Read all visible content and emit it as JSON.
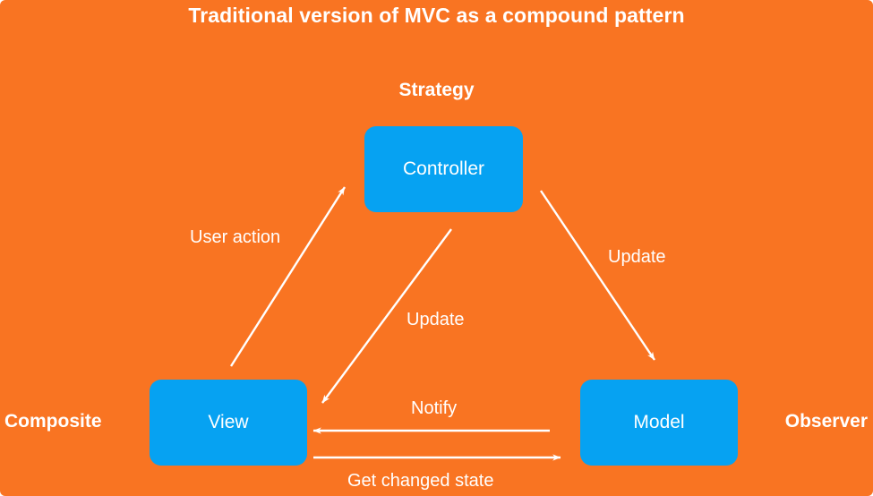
{
  "diagram": {
    "title": "Traditional version of MVC as a compound pattern",
    "background_color": "#f97422",
    "node_color": "#06a2f2",
    "text_color": "#ffffff",
    "pattern_labels": [
      {
        "id": "strategy",
        "text": "Strategy"
      },
      {
        "id": "composite",
        "text": "Composite"
      },
      {
        "id": "observer",
        "text": "Observer"
      }
    ],
    "nodes": [
      {
        "id": "controller",
        "text": "Controller"
      },
      {
        "id": "view",
        "text": "View"
      },
      {
        "id": "model",
        "text": "Model"
      }
    ],
    "edges": [
      {
        "id": "user-action",
        "label": "User action",
        "from": "view",
        "to": "controller",
        "direction": "up-right"
      },
      {
        "id": "update-right",
        "label": "Update",
        "from": "controller",
        "to": "model",
        "direction": "down-right"
      },
      {
        "id": "update-center",
        "label": "Update",
        "from": "controller",
        "to": "view",
        "direction": "down-left"
      },
      {
        "id": "notify",
        "label": "Notify",
        "from": "model",
        "to": "view",
        "direction": "left"
      },
      {
        "id": "get-changed",
        "label": "Get changed state",
        "from": "view",
        "to": "model",
        "direction": "right"
      }
    ]
  }
}
